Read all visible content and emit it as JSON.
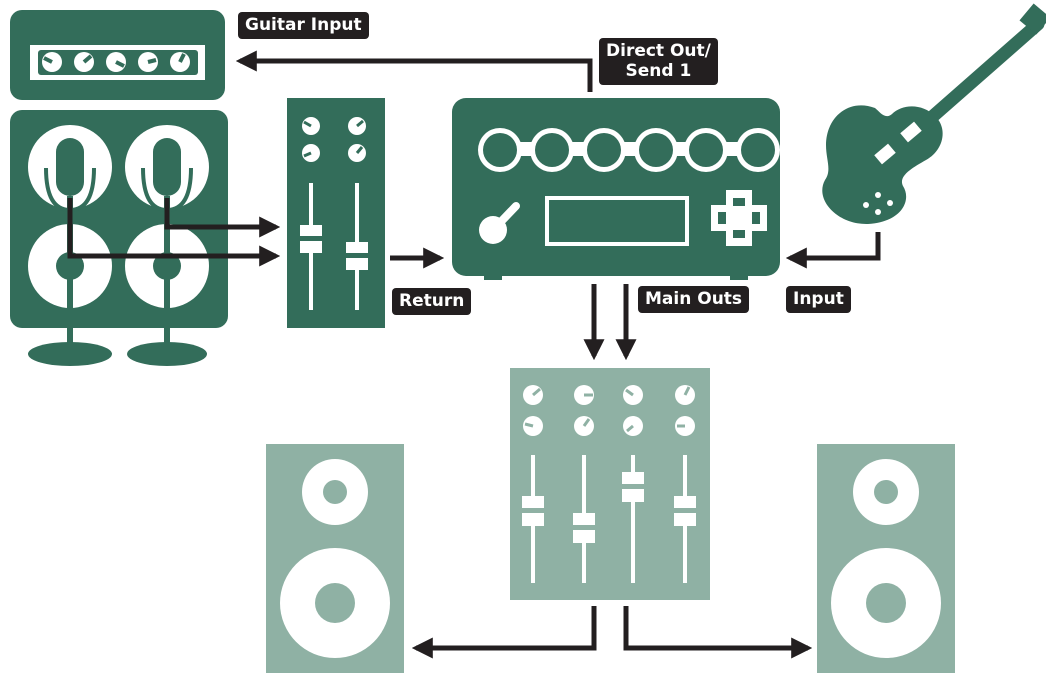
{
  "labels": {
    "guitar_input": "Guitar Input",
    "direct_out_line1": "Direct Out/",
    "direct_out_line2": "Send 1",
    "return": "Return",
    "main_outs": "Main Outs",
    "input": "Input"
  },
  "colors": {
    "dark_green": "#336d5a",
    "light_green": "#8fb1a4",
    "label_bg": "#231f20",
    "arrow": "#231f20",
    "white": "#ffffff"
  },
  "icons": {
    "amp_head": "amp-head-icon",
    "speaker_cabinet": "speaker-cabinet-icon",
    "microphone": "microphone-icon",
    "mini_mixer": "channel-strip-icon",
    "modeler": "multi-effects-unit-icon",
    "guitar": "electric-guitar-icon",
    "main_mixer": "mixer-icon",
    "monitor_speaker": "monitor-speaker-icon"
  }
}
